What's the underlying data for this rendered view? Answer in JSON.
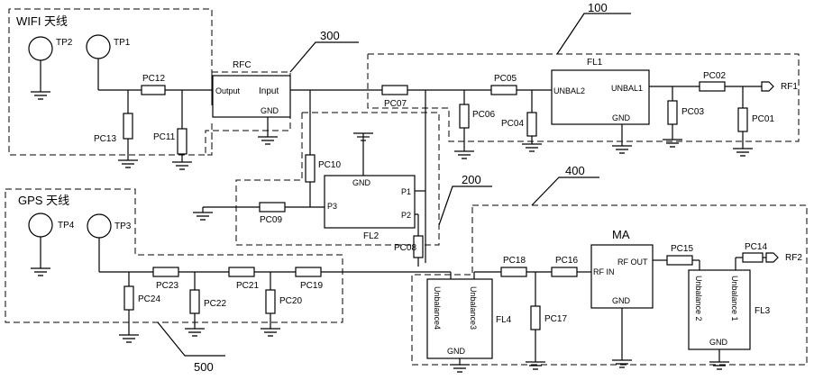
{
  "blocks": {
    "wifi_title": "WIFI 天线",
    "gps_title": "GPS 天线",
    "ref_100": "100",
    "ref_200": "200",
    "ref_300": "300",
    "ref_400": "400",
    "ref_500": "500"
  },
  "testpoints": {
    "tp1": "TP1",
    "tp2": "TP2",
    "tp3": "TP3",
    "tp4": "TP4"
  },
  "components": {
    "pc01": "PC01",
    "pc02": "PC02",
    "pc03": "PC03",
    "pc04": "PC04",
    "pc05": "PC05",
    "pc06": "PC06",
    "pc07": "PC07",
    "pc08": "PC08",
    "pc09": "PC09",
    "pc10": "PC10",
    "pc11": "PC11",
    "pc12": "PC12",
    "pc13": "PC13",
    "pc14": "PC14",
    "pc15": "PC15",
    "pc16": "PC16",
    "pc17": "PC17",
    "pc18": "PC18",
    "pc19": "PC19",
    "pc20": "PC20",
    "pc21": "PC21",
    "pc22": "PC22",
    "pc23": "PC23",
    "pc24": "PC24"
  },
  "modules": {
    "rfc": {
      "name": "RFC",
      "output": "Output",
      "input": "Input",
      "gnd": "GND"
    },
    "fl1": {
      "name": "FL1",
      "unbal2": "UNBAL2",
      "unbal1": "UNBAL1",
      "gnd": "GND"
    },
    "fl2": {
      "name": "FL2",
      "gnd": "GND",
      "p1": "P1",
      "p2": "P2",
      "p3": "P3"
    },
    "ma": {
      "name": "MA",
      "rf_in": "RF IN",
      "rf_out": "RF OUT",
      "gnd": "GND"
    },
    "fl3": {
      "name": "FL3",
      "pin2": "Unbalance 2",
      "pin1": "Unbalance 1",
      "gnd": "GND"
    },
    "fl4": {
      "name": "FL4",
      "pin4": "Unbalance4",
      "pin3": "Unbalance3",
      "gnd": "GND"
    }
  },
  "ports": {
    "rf1": "RF1",
    "rf2": "RF2"
  }
}
